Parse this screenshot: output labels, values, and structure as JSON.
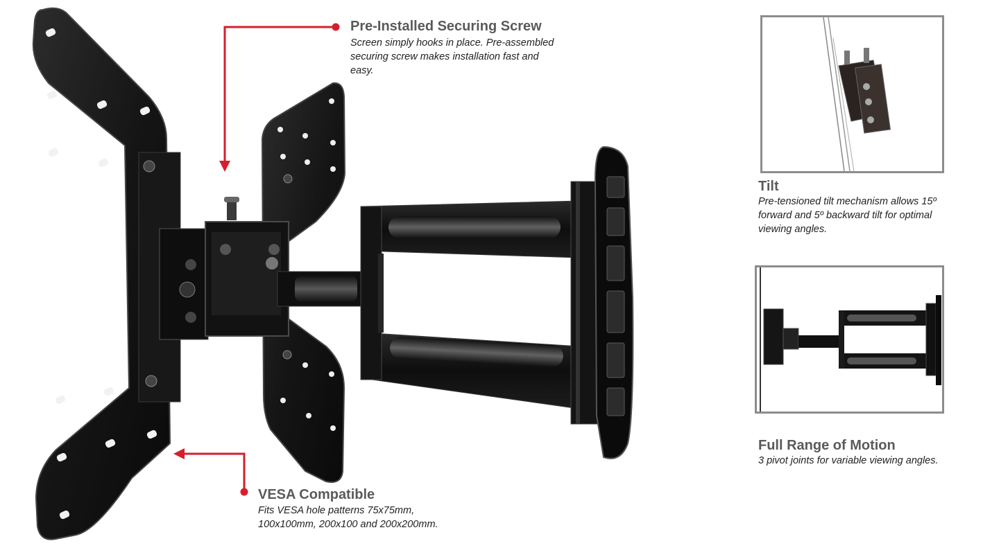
{
  "accent_color": "#d61f2c",
  "callouts": {
    "securing_screw": {
      "title": "Pre-Installed Securing Screw",
      "desc_lines": [
        "Screen simply hooks in place.  Pre-assembled",
        "securing screw makes installation fast and",
        "easy."
      ]
    },
    "vesa": {
      "title": "VESA Compatible",
      "desc_lines": [
        "Fits VESA hole patterns 75x75mm,",
        "100x100mm, 200x100 and 200x200mm."
      ]
    },
    "tilt": {
      "title": "Tilt",
      "desc_lines": [
        "Pre-tensioned tilt mechanism allows 15º",
        "forward and 5º backward tilt for optimal",
        "viewing angles."
      ]
    },
    "motion": {
      "title": "Full Range of Motion",
      "desc_lines": [
        "3 pivot joints for variable viewing angles."
      ]
    }
  }
}
